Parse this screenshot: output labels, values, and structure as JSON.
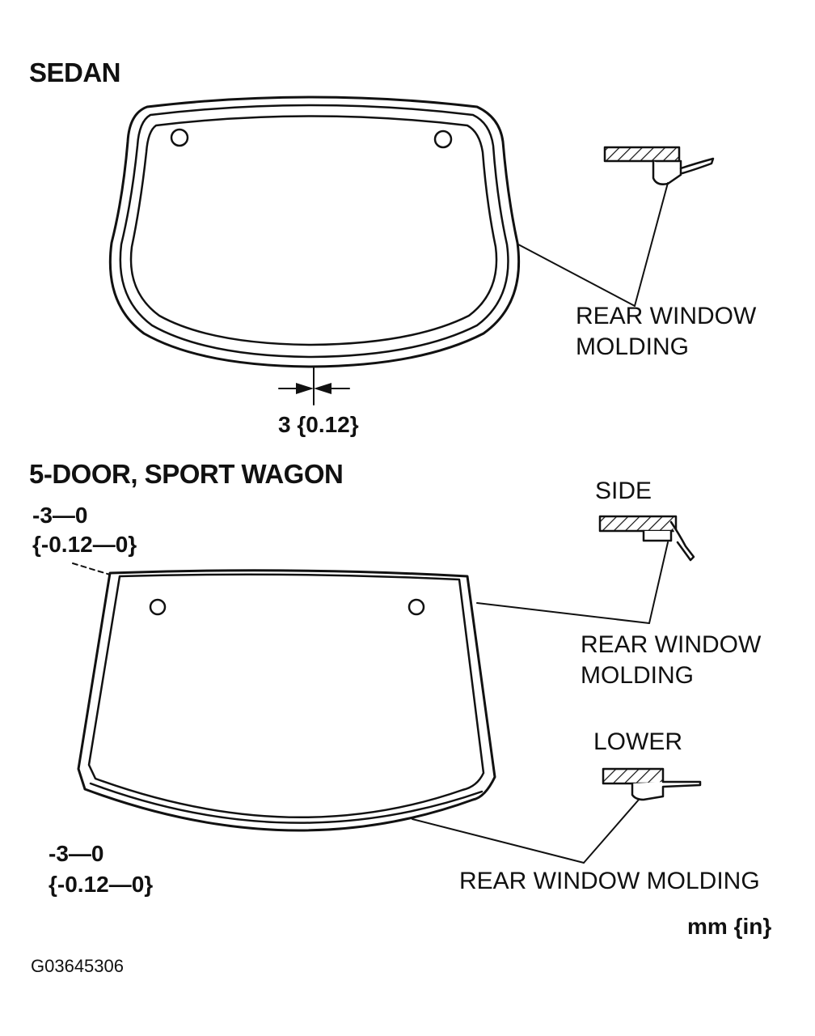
{
  "colors": {
    "ink": "#111111",
    "paper": "#ffffff"
  },
  "sedan": {
    "heading": "SEDAN",
    "molding_label": "REAR WINDOW\nMOLDING",
    "dimension": "3 {0.12}"
  },
  "wagon": {
    "heading": "5-DOOR, SPORT WAGON",
    "top_tolerance_mm": "-3—0",
    "top_tolerance_in": "{-0.12—0}",
    "side_label": "SIDE",
    "side_molding_label": "REAR WINDOW\nMOLDING",
    "lower_label": "LOWER",
    "lower_molding_label": "REAR WINDOW MOLDING",
    "bottom_tolerance_mm": "-3—0",
    "bottom_tolerance_in": "{-0.12—0}"
  },
  "units": "mm {in}",
  "figure_id": "G03645306"
}
